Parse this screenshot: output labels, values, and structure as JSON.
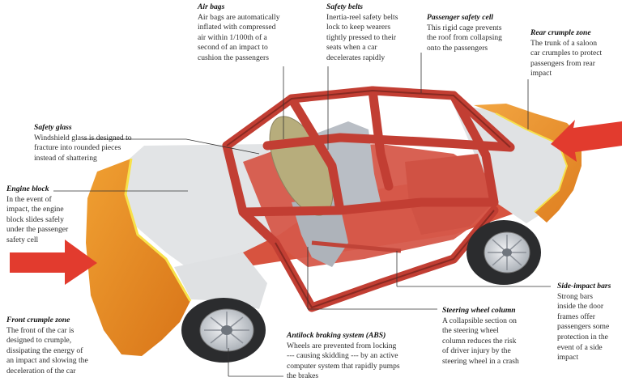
{
  "labels": [
    {
      "id": "air-bags",
      "title": "Air bags",
      "desc": "Air bags are automatically\ninflated with compressed\nair within 1/100th of a\nsecond of an impact to\ncushion the passengers"
    },
    {
      "id": "safety-belts",
      "title": "Safety belts",
      "desc": "Inertia-reel safety belts\nlock to keep wearers\ntightly pressed to their\nseats when a car\ndecelerates rapidly"
    },
    {
      "id": "passenger-safety-cell",
      "title": "Passenger safety cell",
      "desc": "This rigid cage prevents\nthe roof from collapsing\nonto the passengers"
    },
    {
      "id": "rear-crumple-zone",
      "title": "Rear crumple zone",
      "desc": "The trunk of a saloon\ncar crumples to protect\npassengers from rear\nimpact"
    },
    {
      "id": "safety-glass",
      "title": "Safety glass",
      "desc": "Windshield glass is designed to\nfracture into rounded pieces\ninstead of shattering"
    },
    {
      "id": "engine-block",
      "title": "Engine block",
      "desc": "In the event of\nimpact, the engine\nblock slides safely\nunder the passenger\nsafety cell"
    },
    {
      "id": "side-impact-bars",
      "title": "Side-impact bars",
      "desc": "Strong bars\ninside the door\nframes offer\npassengers some\nprotection in the\nevent of a side\nimpact"
    },
    {
      "id": "steering-wheel-column",
      "title": "Steering wheel column",
      "desc": "A collapsible section on\nthe steering wheel\ncolumn reduces the risk\nof driver injury by the\nsteering wheel in a crash"
    },
    {
      "id": "front-crumple-zone",
      "title": "Front crumple zone",
      "desc": "The front of the car is\ndesigned to crumple,\ndissipating the energy of\nan impact and slowing the\ndeceleration of the car"
    },
    {
      "id": "abs",
      "title": "Antilock braking system (ABS)",
      "desc": "Wheels are prevented from locking\n--- causing skidding --- by an active\ncomputer system that rapidly pumps\nthe brakes"
    }
  ],
  "colors": {
    "crumple_zone": "#e0821f",
    "cage": "#c9443a",
    "cage_dark": "#8e2a22",
    "body_grey": "#e1e3e5",
    "interior": "#d9584a",
    "arrow": "#e23b2e",
    "leader": "#333333"
  }
}
